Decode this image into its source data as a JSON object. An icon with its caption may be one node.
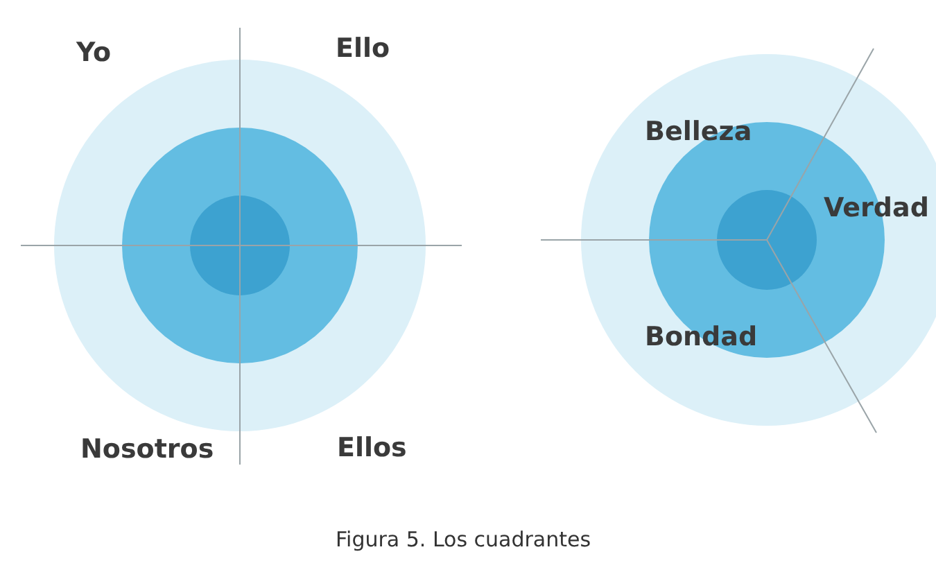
{
  "diagram": {
    "caption": "Figura 5. Los cuadrantes",
    "labels": [
      "Yo",
      "Ello",
      "Nosotros",
      "Ellos",
      "Belleza",
      "Verdad",
      "Bondad"
    ]
  }
}
